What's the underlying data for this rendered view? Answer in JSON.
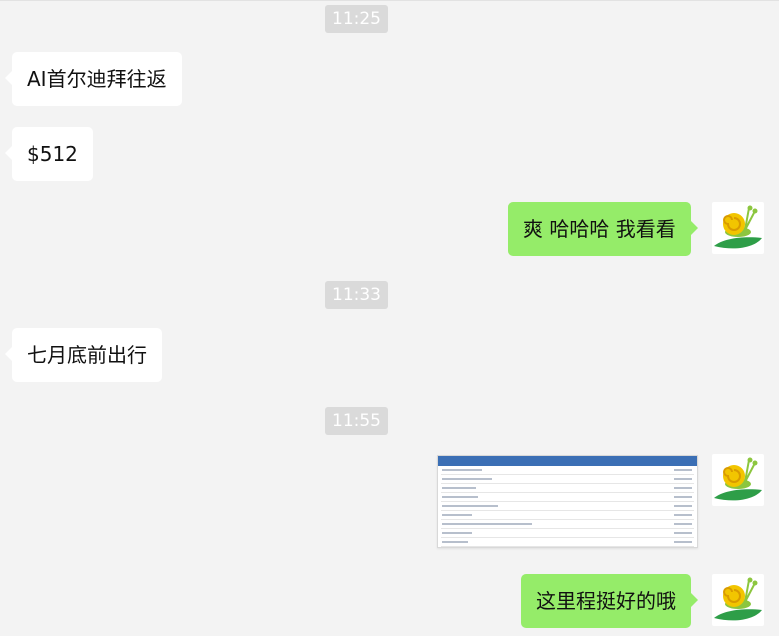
{
  "timestamps": [
    "11:25",
    "11:33",
    "11:55"
  ],
  "messages": {
    "m1": "AI首尔迪拜往返",
    "m2": "$512",
    "m3": "爽 哈哈哈 我看看",
    "m4": "七月底前出行",
    "m6": "这里程挺好的哦"
  },
  "colors": {
    "background": "#f3f3f3",
    "bubble_incoming": "#ffffff",
    "bubble_outgoing": "#95ec69",
    "timestamp_bg": "#dadada"
  },
  "icons": {
    "avatar": "snail-avatar-icon"
  }
}
